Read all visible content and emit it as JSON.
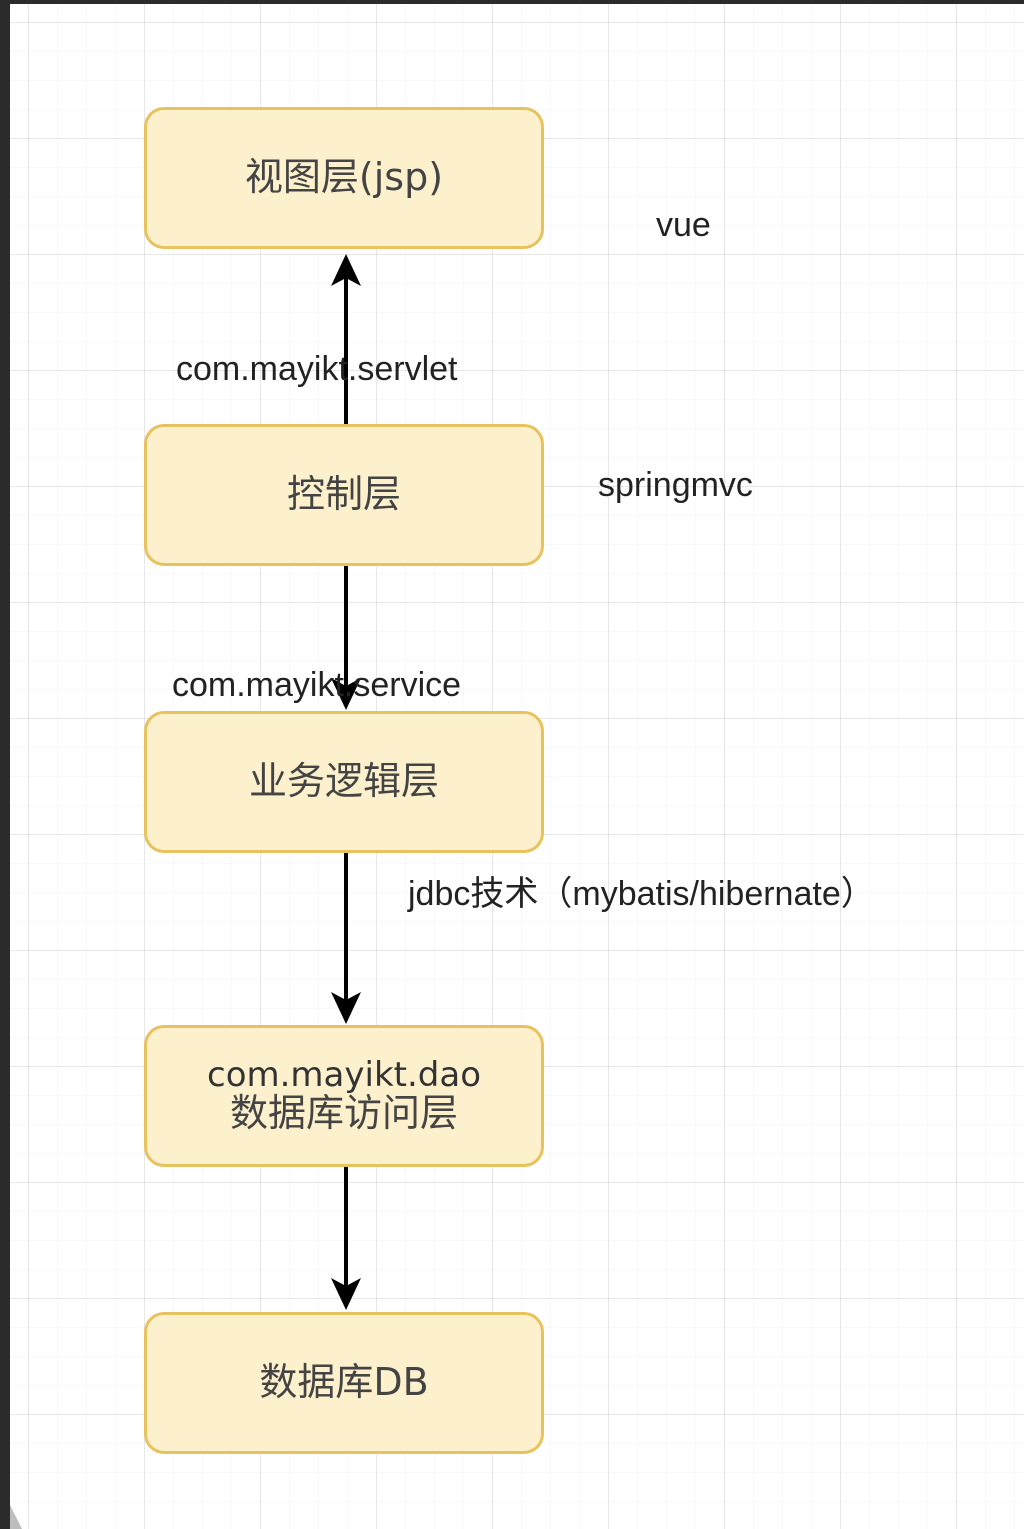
{
  "diagram": {
    "nodes": [
      {
        "id": "view",
        "label": "视图层(jsp)"
      },
      {
        "id": "control",
        "label": "控制层"
      },
      {
        "id": "service",
        "label": "业务逻辑层"
      },
      {
        "id": "dao",
        "package": "com.mayikt.dao",
        "label": "数据库访问层"
      },
      {
        "id": "db",
        "label": "数据库DB"
      }
    ],
    "edge_labels": {
      "servlet": "com.mayikt.servlet",
      "service": "com.mayikt.service",
      "jdbc": "jdbc技术（mybatis/hibernate）"
    },
    "side_notes": {
      "view": "vue",
      "control": "springmvc"
    },
    "colors": {
      "node_fill": "#fdf0cc",
      "node_border": "#e8c25e",
      "arrow": "#000000"
    }
  }
}
